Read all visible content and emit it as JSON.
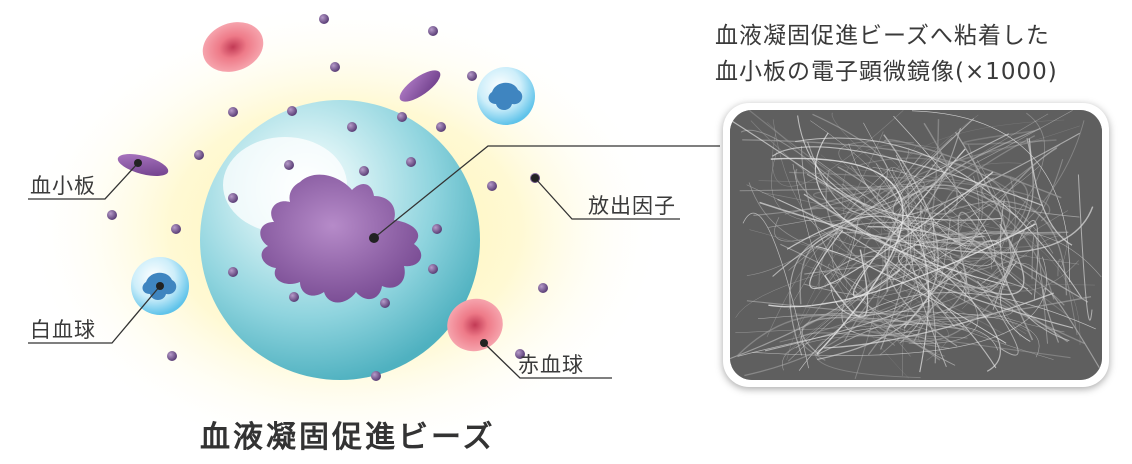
{
  "title": "血液凝固促進ビーズ",
  "caption": {
    "line1": "血液凝固促進ビーズへ粘着した",
    "line2": "血小板の電子顕微鏡像(×1000)"
  },
  "labels": {
    "platelet": "血小板",
    "wbc": "白血球",
    "release": "放出因子",
    "rbc": "赤血球"
  },
  "colors": {
    "bead": "#7fd3e0",
    "platelet_core": "#8e5aa6",
    "rbc": "#e85a6a",
    "dot": "#6e4c87",
    "glow": "#fff3b0"
  }
}
